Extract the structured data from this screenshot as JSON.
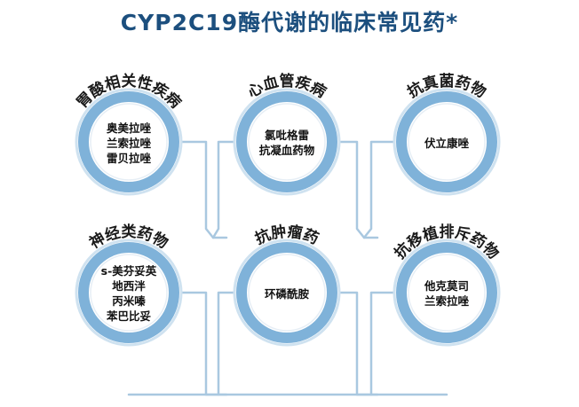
{
  "title": "CYP2C19酶代谢的临床常见药*",
  "colors": {
    "title": "#1c4f7e",
    "ring_outer": "#cfe2f0",
    "ring_inner": "#7fb2d9",
    "line": "#a9c8e0",
    "label": "#1a1a1a"
  },
  "categories": [
    {
      "label": "胃酸相关性疾病",
      "drugs": [
        "奥美拉唑",
        "兰索拉唑",
        "雷贝拉唑"
      ]
    },
    {
      "label": "心血管疾病",
      "drugs": [
        "氯吡格雷",
        "抗凝血药物"
      ]
    },
    {
      "label": "抗真菌药物",
      "drugs": [
        "伏立康唑"
      ]
    },
    {
      "label": "神经类药物",
      "drugs": [
        "s-美芬妥英",
        "地西泮",
        "丙米嗪",
        "苯巴比妥"
      ]
    },
    {
      "label": "抗肿瘤药",
      "drugs": [
        "环磷酰胺"
      ]
    },
    {
      "label": "抗移植排斥药物",
      "drugs": [
        "他克莫司",
        "兰索拉唑"
      ]
    }
  ]
}
